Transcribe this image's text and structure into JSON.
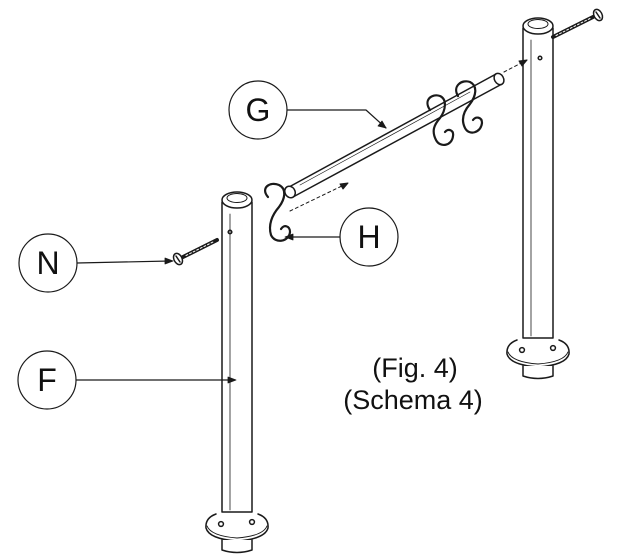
{
  "callouts": {
    "G": "G",
    "H": "H",
    "N": "N",
    "F": "F"
  },
  "caption": {
    "line1": "(Fig. 4)",
    "line2": "(Schema 4)"
  },
  "colors": {
    "line": "#1a1a1a",
    "pole_fill": "#ffffff",
    "background": "#ffffff"
  }
}
